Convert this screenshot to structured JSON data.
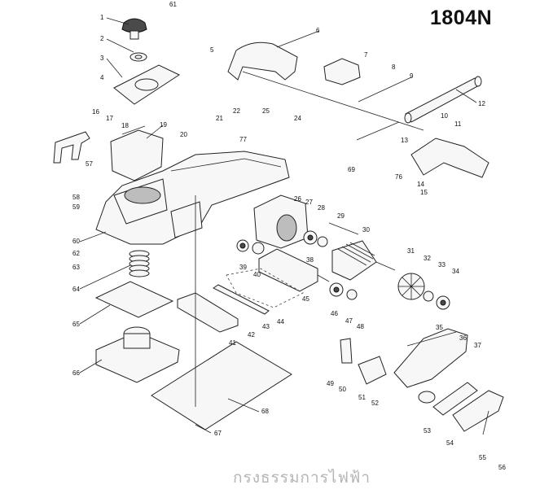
{
  "model": "1804N",
  "watermark": "กรงธรรมการไฟฟ้า",
  "callouts": [
    "1",
    "2",
    "3",
    "4",
    "5",
    "6",
    "7",
    "8",
    "9",
    "10",
    "11",
    "12",
    "13",
    "14",
    "15",
    "16",
    "17",
    "18",
    "19",
    "20",
    "21",
    "22",
    "24",
    "25",
    "26",
    "27",
    "28",
    "29",
    "30",
    "31",
    "32",
    "33",
    "34",
    "35",
    "36",
    "37",
    "38",
    "39",
    "40",
    "41",
    "42",
    "43",
    "44",
    "45",
    "46",
    "47",
    "48",
    "49",
    "50",
    "51",
    "52",
    "53",
    "54",
    "55",
    "56",
    "57",
    "58",
    "59",
    "60",
    "61",
    "62",
    "63",
    "64",
    "65",
    "66",
    "67",
    "68",
    "69",
    "76",
    "77"
  ]
}
